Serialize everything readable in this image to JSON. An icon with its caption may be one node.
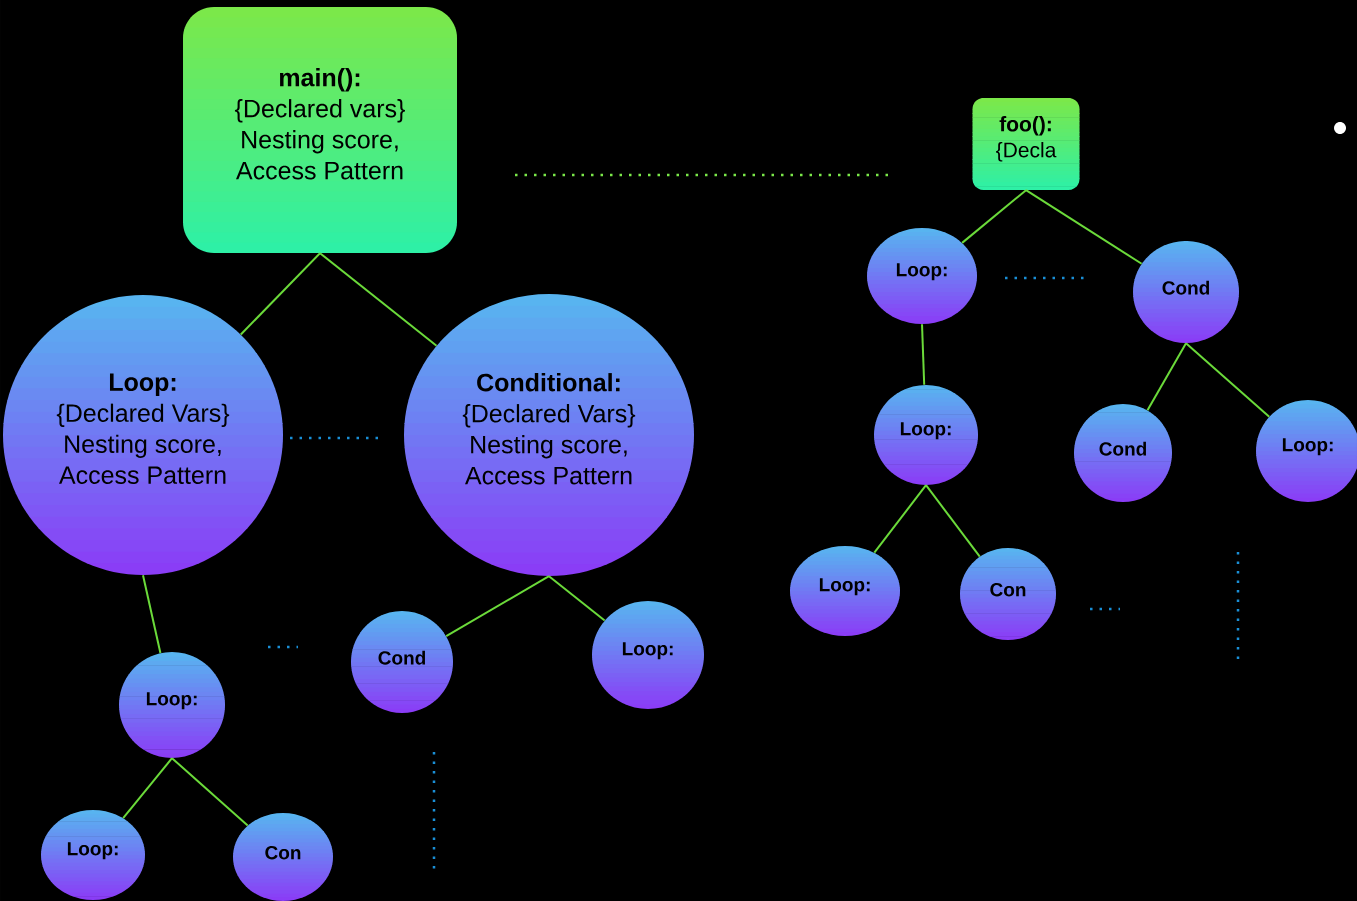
{
  "diagram": {
    "nodes": [
      {
        "text": [
          "main():",
          "{Declared vars} Nesting score, Access Pattern"
        ]
      },
      {
        "text": [
          "Loop:",
          "{Declared Vars} Nesting score, Access Pattern"
        ]
      },
      {
        "text": [
          "Conditional:",
          "{Declared Vars} Nesting score, Access Pattern"
        ]
      },
      {
        "text": [
          "Loop:"
        ]
      },
      {
        "text": [
          "Cond"
        ]
      },
      {
        "text": [
          "Loop:"
        ]
      },
      {
        "text": [
          "Loop:"
        ]
      },
      {
        "text": [
          "Con"
        ]
      },
      {
        "text": [
          "foo():",
          "{Decla"
        ]
      },
      {
        "text": [
          "Loop:"
        ]
      },
      {
        "text": [
          "Cond"
        ]
      },
      {
        "text": [
          "Loop:"
        ]
      },
      {
        "text": [
          "Cond"
        ]
      },
      {
        "text": [
          "Loop:"
        ]
      },
      {
        "text": [
          "Loop:"
        ]
      },
      {
        "text": [
          "Con"
        ]
      }
    ],
    "edges": [
      {
        "from": 0,
        "to": 1,
        "arrow": "none"
      },
      {
        "from": 0,
        "to": 2,
        "arrow": "none"
      },
      {
        "from": 1,
        "to": 3,
        "arrow": "none"
      },
      {
        "from": 2,
        "to": 4,
        "arrow": "none"
      },
      {
        "from": 2,
        "to": 5,
        "arrow": "none"
      },
      {
        "from": 3,
        "to": 6,
        "arrow": "none"
      },
      {
        "from": 3,
        "to": 7,
        "arrow": "none"
      },
      {
        "from": 8,
        "to": 9,
        "arrow": "none"
      },
      {
        "from": 8,
        "to": 10,
        "arrow": "none"
      },
      {
        "from": 9,
        "to": 11,
        "arrow": "none"
      },
      {
        "from": 10,
        "to": 12,
        "arrow": "none"
      },
      {
        "from": 10,
        "to": 13,
        "arrow": "none"
      },
      {
        "from": 11,
        "to": 14,
        "arrow": "none"
      },
      {
        "from": 11,
        "to": 15,
        "arrow": "none"
      }
    ]
  }
}
